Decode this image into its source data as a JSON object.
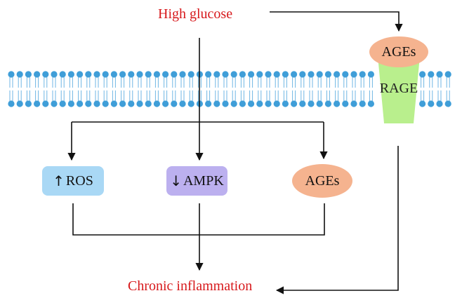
{
  "source": {
    "label": "High glucose"
  },
  "receptor": {
    "ligand": "AGEs",
    "receptor": "RAGE"
  },
  "mediators": [
    {
      "arrow": "↑",
      "label": "ROS",
      "color": "#a9d8f5"
    },
    {
      "arrow": "↓",
      "label": "AMPK",
      "color": "#bcb0ef"
    },
    {
      "label": "AGEs",
      "color": "#f5b38f"
    }
  ],
  "outcome": {
    "label": "Chronic inflammation"
  },
  "colors": {
    "text_red": "#d7191c",
    "membrane_head": "#3f9ed8",
    "rage": "#b9ef8d",
    "ages": "#f5b38f"
  }
}
